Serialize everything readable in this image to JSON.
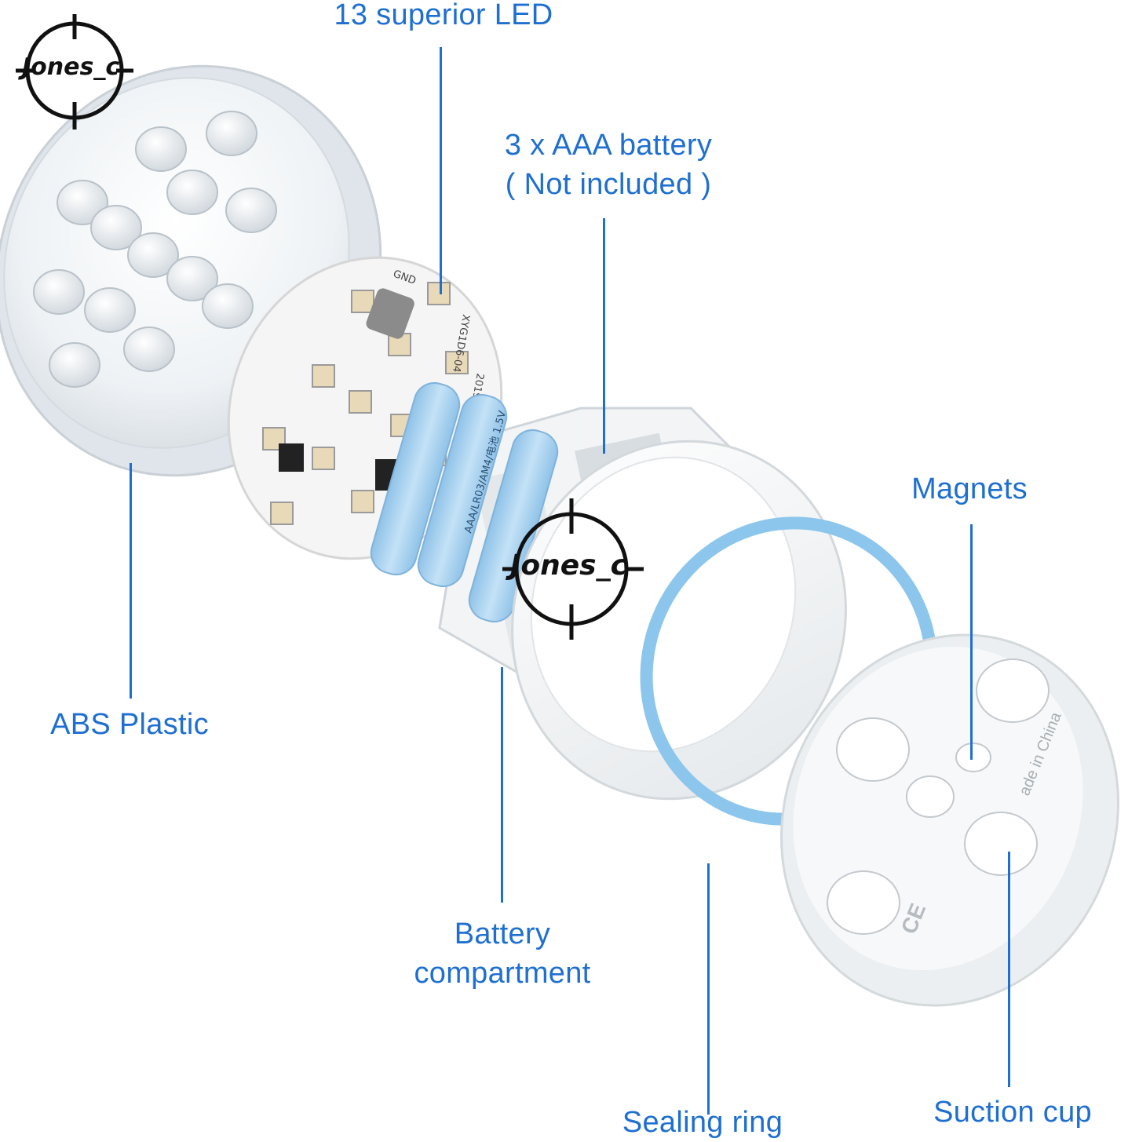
{
  "watermark": {
    "text": "Jones_c"
  },
  "labels": {
    "led": "13 superior LED",
    "battery_line1": "3 x AAA battery",
    "battery_line2": "( Not included )",
    "magnets": "Magnets",
    "abs": "ABS Plastic",
    "compartment_line1": "Battery",
    "compartment_line2": "compartment",
    "sealing": "Sealing ring",
    "suction": "Suction cup"
  },
  "pcb": {
    "gnd": "GND",
    "code": "XYG1D6-04",
    "date": "2019-8-8"
  },
  "battery": {
    "marking": "AAA/LR03/AM4/电池 1.5V"
  },
  "base": {
    "made_in": "ade in China",
    "cert": "CE"
  },
  "colors": {
    "accent": "#1f6fd1",
    "ring": "#8cc6ec",
    "battery": "#a9d4f2",
    "pcb": "#f4f4f4"
  }
}
